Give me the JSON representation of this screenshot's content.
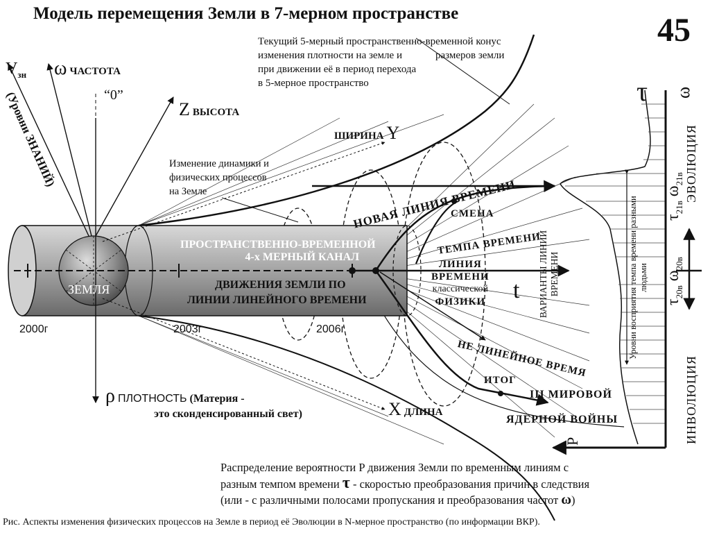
{
  "title": "Модель перемещения Земли в 7-мерном пространстве",
  "page_number": "45",
  "cone_note": [
    "Текущий 5-мерный пространственно-временной конус",
    "изменения плотности на земле и",
    "размеров земли",
    "при движении её в период перехода",
    "в 5-мерное пространство"
  ],
  "axes": {
    "v_symbol": "V",
    "v_sub": "зн",
    "omega_symbol": "ω",
    "omega_label": "ЧАСТОТА",
    "zero_label": "“0”",
    "z_symbol": "Z",
    "z_label": "ВЫСОТА",
    "y_label": "ШИРИНА",
    "y_symbol": "Y",
    "rho_symbol": "ρ",
    "rho_label": "ПЛОТНОСТЬ",
    "rho_note_1": "(Материя -",
    "rho_note_2": "это сконденсированный свет)",
    "x_symbol": "X",
    "x_label": "ДЛИНА",
    "t_symbol": "t",
    "knowledge_levels": "(Уровни ЗНАНИЙ)"
  },
  "dynamics_note": [
    "Изменение динамики и",
    "физических процессов",
    "на Земле"
  ],
  "earth_label": "ЗЕМЛЯ",
  "channel_label": [
    "ПРОСТРАНСТВЕННО-ВРЕМЕННОЙ",
    "4-х МЕРНЫЙ КАНАЛ"
  ],
  "motion_label": [
    "ДВИЖЕНИЯ ЗЕМЛИ ПО",
    "ЛИНИИ ЛИНЕЙНОГО ВРЕМЕНИ"
  ],
  "years": [
    "2000г",
    "2003г",
    "2006г"
  ],
  "new_timeline": "НОВАЯ ЛИНИЯ ВРЕМЕНИ",
  "tempo_change": [
    "СМЕНА",
    "ТЕМПА ВРЕМЕНИ"
  ],
  "classical_line": [
    "ЛИНИЯ",
    "ВРЕМЕНИ",
    "классической",
    "ФИЗИКИ"
  ],
  "nonlinear_time": "НЕ ЛИНЕЙНОЕ ВРЕМЯ",
  "outcome": [
    "ИТОГ",
    "III МИРОВОЙ",
    "ЯДЕРНОЙ ВОЙНЫ"
  ],
  "variants": "ВАРИАНТЫ ЛИНИЙ ВРЕМЕНИ",
  "perception_levels": "Уровни восприятия темпа времени разными людьми",
  "right_axis": {
    "tau": "τ",
    "omega": "ω",
    "evolution": "ЭВОЛЮЦИЯ",
    "involution": "ИНВОЛЮЦИЯ",
    "tau_21": "τ",
    "tau_21_sub": "21в",
    "omega_21": "ω",
    "omega_21_sub": "21в",
    "tau_20": "τ",
    "tau_20_sub": "20в",
    "omega_20": "ω",
    "omega_20_sub": "20в",
    "p_symbol": "P"
  },
  "bottom_text": [
    "Распределение вероятности P движения Земли по  временным  линиям с",
    "разным темпом времени",
    "τ",
    "- скоростью преобразования причин в следствия",
    "(или - с различными полосами пропускания  и преобразования частот",
    "ω",
    ")"
  ],
  "caption": "Рис.    Аспекты изменения физических процессов на Земле в период её Эволюции в N-мерное пространство (по информации ВКР)."
}
